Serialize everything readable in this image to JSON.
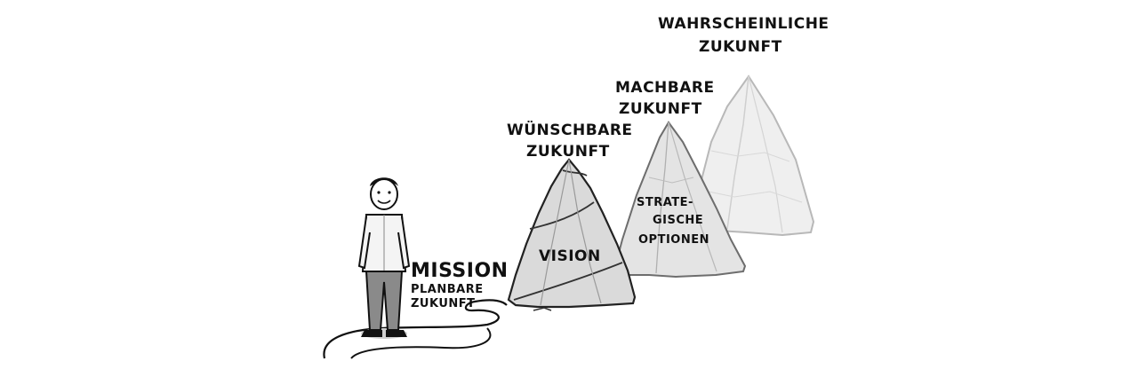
{
  "labels": {
    "wahrscheinliche_line1": "WAHRSCHEINLICHE",
    "wahrscheinliche_line2": "ZUKUNFT",
    "machbare_line1": "MACHBARE",
    "machbare_line2": "ZUKUNFT",
    "wuenschbare_line1": "WÜNSCHBARE",
    "wuenschbare_line2": "ZUKUNFT",
    "strategische_line1": "STRATE-",
    "strategische_line2": "GISCHE",
    "strategische_line3": "OPTIONEN",
    "vision": "VISION",
    "mission": "MISSION",
    "planbare_line1": "PLANBARE",
    "planbare_line2": "ZUKUNFT"
  },
  "colors": {
    "ink": "#111111",
    "mountain_dark_fill": "#d9d9d9",
    "mountain_mid_fill": "#e6e6e6",
    "mountain_light_fill": "#eeeeee",
    "mountain_light_stroke": "#b5b5b5"
  }
}
